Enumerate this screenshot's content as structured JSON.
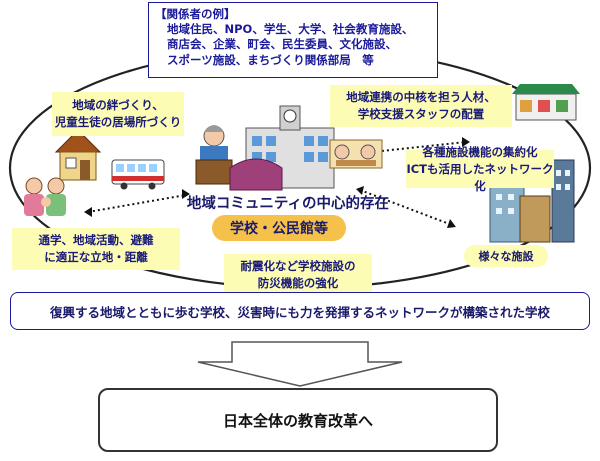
{
  "stakeholders": {
    "title": "【関係者の例】",
    "lines": [
      "地域住民、NPO、学生、大学、社会教育施設、",
      "商店会、企業、町会、民生委員、文化施設、",
      "スポーツ施設、まちづくり関係部局　等"
    ]
  },
  "labels": {
    "kizuna": [
      "地域の絆づくり、",
      "児童生徒の居場所づくり"
    ],
    "staff": [
      "地域連携の中核を担う人材、",
      "学校支援スタッフの配置"
    ],
    "ict": [
      "各種施設機能の集約化",
      "ICTも活用したネットワーク化"
    ],
    "tsugaku": [
      "通学、地域活動、避難",
      "に適正な立地・距離"
    ],
    "taishin": [
      "耐震化など学校施設の",
      "防災機能の強化"
    ],
    "center": "地域コミュニティの中心的存在",
    "kominkan": "学校・公民館等",
    "samazama": "様々な施設"
  },
  "banner": "復興する地域とともに歩む学校、災害時にも力を発揮するネットワークが構築された学校",
  "conclusion": "日本全体の教育改革へ",
  "colors": {
    "text_navy": "#1a1a7a",
    "label_yellow": "#fcfcb4",
    "badge_orange": "#f5c14a",
    "border_blue": "#1a1a9a"
  }
}
